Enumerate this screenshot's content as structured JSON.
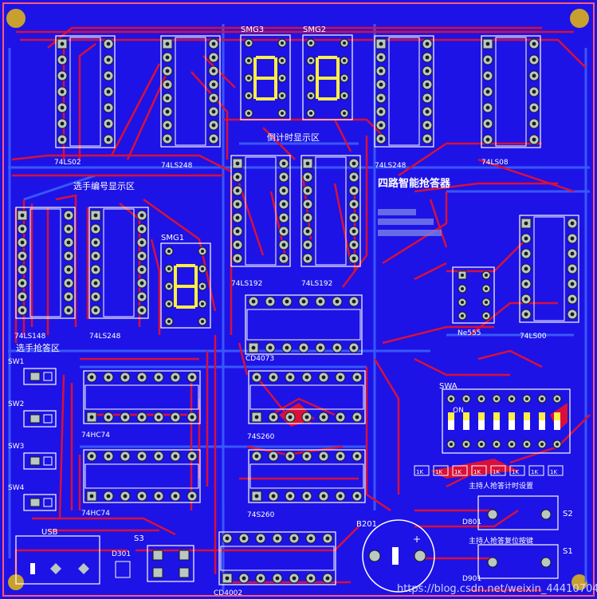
{
  "board": {
    "background": "#1d13e6",
    "trace_red": "#d8103a",
    "trace_blue": "#3a5cff",
    "silk": "#ffffff",
    "pad": "#b9c8c0",
    "hole": "#1a1a1a",
    "seg_yellow": "#ffee44",
    "corner_pad": "#c8a030"
  },
  "ics": [
    {
      "ref": "74LS02"
    },
    {
      "ref": "74LS248"
    },
    {
      "ref": "74LS248"
    },
    {
      "ref": "74LS08"
    },
    {
      "ref": "74LS148"
    },
    {
      "ref": "74LS248"
    },
    {
      "ref": "74LS192"
    },
    {
      "ref": "74LS192"
    },
    {
      "ref": "74LS00"
    },
    {
      "ref": "CD4073"
    },
    {
      "ref": "74HC74"
    },
    {
      "ref": "74HC74"
    },
    {
      "ref": "74S260"
    },
    {
      "ref": "74S260"
    },
    {
      "ref": "CD4002"
    }
  ],
  "displays": [
    {
      "ref": "SMG3"
    },
    {
      "ref": "SMG2"
    },
    {
      "ref": "SMG1"
    }
  ],
  "labels": {
    "countdown_area": "倒计时显示区",
    "player_number_area": "选手编号显示区",
    "title": "四路智能抢答器",
    "player_buzz_area": "选手抢答区",
    "host_countdown": "主持人抢答计时设置",
    "host_reset": "主持人抢答复位按键",
    "ne555": "Ne555",
    "swa": "SWA",
    "swa_on": "ON",
    "usb": "USB",
    "d301": "D301",
    "s3": "S3",
    "b201": "B201",
    "d801": "D801",
    "d901": "D901",
    "s1": "S1",
    "s2": "S2",
    "watermark": "https://blog.csdn.net/weixin_44410704"
  },
  "switches": [
    "SW1",
    "SW2",
    "SW3",
    "SW4"
  ],
  "resistors": [
    "1K",
    "1K",
    "1K",
    "1K",
    "1K",
    "1K",
    "1K",
    "1K"
  ]
}
